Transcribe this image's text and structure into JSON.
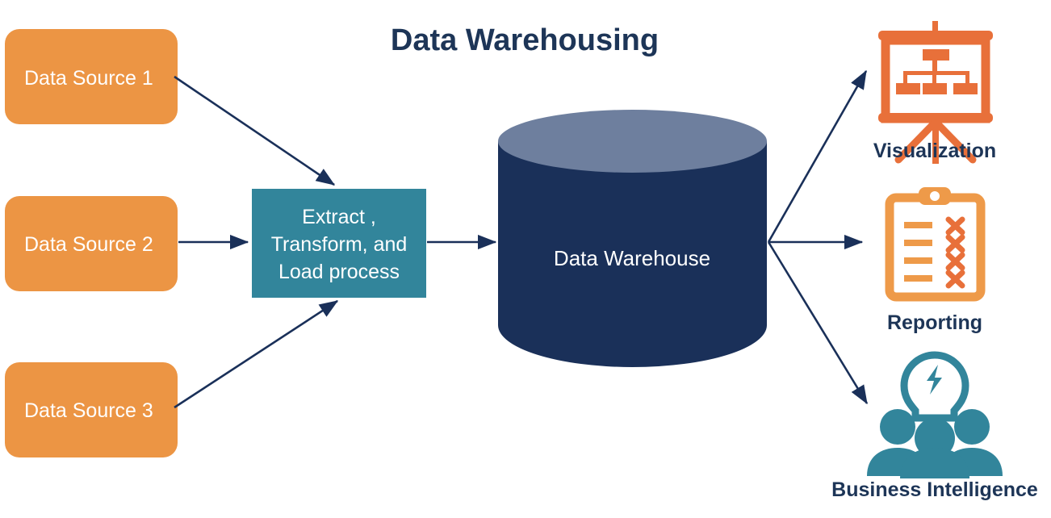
{
  "title": "Data Warehousing",
  "sources": [
    {
      "label": "Data Source 1"
    },
    {
      "label": "Data Source 2"
    },
    {
      "label": "Data Source 3"
    }
  ],
  "etl": {
    "line1": "Extract ,",
    "line2": "Transform, and",
    "line3": "Load process"
  },
  "warehouse": {
    "label": "Data Warehouse"
  },
  "outputs": [
    {
      "label": "Visualization",
      "icon": "presentation-board-icon"
    },
    {
      "label": "Reporting",
      "icon": "clipboard-checklist-icon"
    },
    {
      "label": "Business Intelligence",
      "icon": "lightbulb-people-icon"
    }
  ],
  "colors": {
    "orange": "#ec9544",
    "orange_icon": "#e8703a",
    "orange_icon_light": "#ee9a49",
    "teal": "#32859b",
    "navy": "#1a3059",
    "navy_light": "#6e7f9e",
    "white": "#ffffff",
    "background": "#ffffff"
  }
}
